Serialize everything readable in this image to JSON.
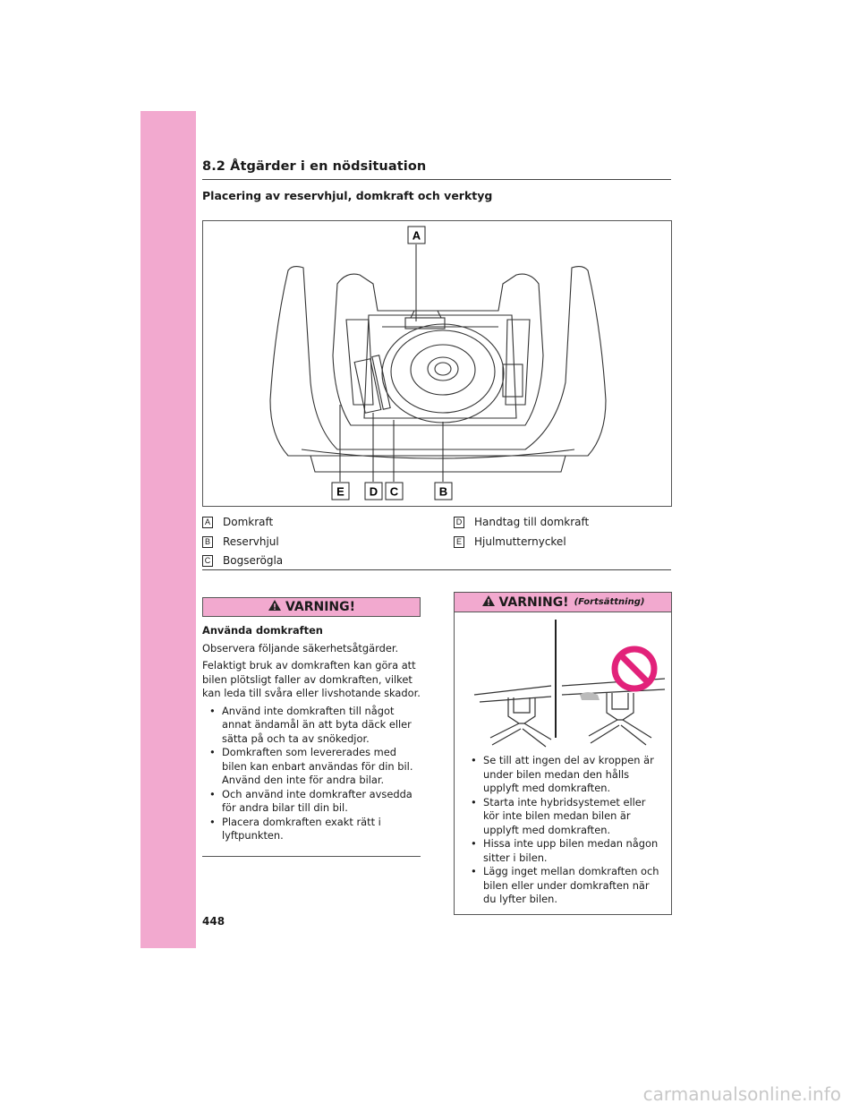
{
  "header": {
    "section": "8.2  Åtgärder i en nödsituation"
  },
  "subheading": "Placering av reservhjul, domkraft och verktyg",
  "figure": {
    "callouts": [
      "A",
      "E",
      "D",
      "C",
      "B"
    ]
  },
  "legend": [
    {
      "key": "A",
      "label": "Domkraft"
    },
    {
      "key": "B",
      "label": "Reservhjul"
    },
    {
      "key": "C",
      "label": "Bogserögla"
    },
    {
      "key": "D",
      "label": "Handtag till domkraft"
    },
    {
      "key": "E",
      "label": "Hjulmutternyckel"
    }
  ],
  "warning1": {
    "title": "VARNING!",
    "heading": "Använda domkraften",
    "p1": "Observera följande säkerhetsåtgärder.",
    "p2": "Felaktigt bruk av domkraften kan göra att bilen plötsligt faller av domkraften, vilket kan leda till svåra eller livshotande skador.",
    "bullets": [
      "Använd inte domkraften till något annat ändamål än att byta däck eller sätta på och ta av snökedjor.",
      "Domkraften som levererades med bilen kan enbart användas för din bil. Använd den inte för andra bilar.",
      "Och använd inte domkrafter avsedda för andra bilar till din bil.",
      "Placera domkraften exakt rätt i lyftpunkten."
    ]
  },
  "warning2": {
    "title": "VARNING!",
    "continued": "(Fortsättning)",
    "bullets": [
      "Se till att ingen del av kroppen är under bilen medan den hålls upplyft med domkraften.",
      "Starta inte hybridsystemet eller kör inte bilen medan bilen är upplyft med domkraften.",
      "Hissa inte upp bilen medan någon sitter i bilen.",
      "Lägg inget mellan domkraften och bilen eller under domkraften när du lyfter bilen."
    ]
  },
  "page_number": "448",
  "watermark": "carmanualsonline.info",
  "colors": {
    "accent": "#f2a9cf"
  }
}
